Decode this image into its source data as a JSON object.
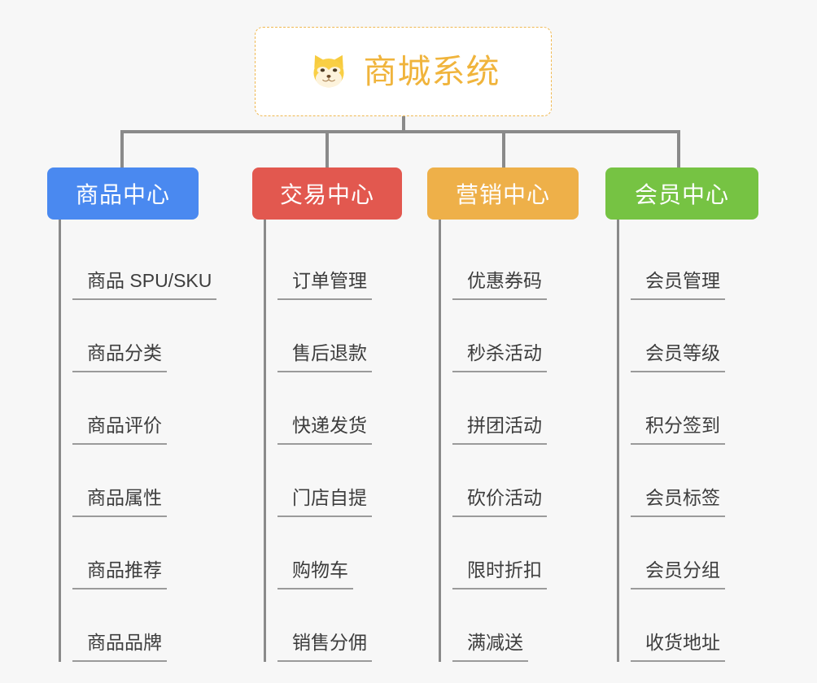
{
  "root": {
    "title": "商城系统",
    "icon": "shiba-inu-icon",
    "border_color": "#f0b952",
    "text_color": "#f0b43c",
    "background": "#ffffff"
  },
  "canvas": {
    "background": "#f7f7f7",
    "connector_color": "#8a8a8a",
    "leaf_text_color": "#3d3d3d",
    "leaf_rule_color": "#9a9a9a"
  },
  "columns": [
    {
      "header": "商品中心",
      "color": "#4a89f0",
      "items": [
        "商品 SPU/SKU",
        "商品分类",
        "商品评价",
        "商品属性",
        "商品推荐",
        "商品品牌"
      ]
    },
    {
      "header": "交易中心",
      "color": "#e2584f",
      "items": [
        "订单管理",
        "售后退款",
        "快递发货",
        "门店自提",
        "购物车",
        "销售分佣"
      ]
    },
    {
      "header": "营销中心",
      "color": "#eeb049",
      "items": [
        "优惠券码",
        "秒杀活动",
        "拼团活动",
        "砍价活动",
        "限时折扣",
        "满减送"
      ]
    },
    {
      "header": "会员中心",
      "color": "#76c343",
      "items": [
        "会员管理",
        "会员等级",
        "积分签到",
        "会员标签",
        "会员分组",
        "收货地址"
      ]
    }
  ]
}
